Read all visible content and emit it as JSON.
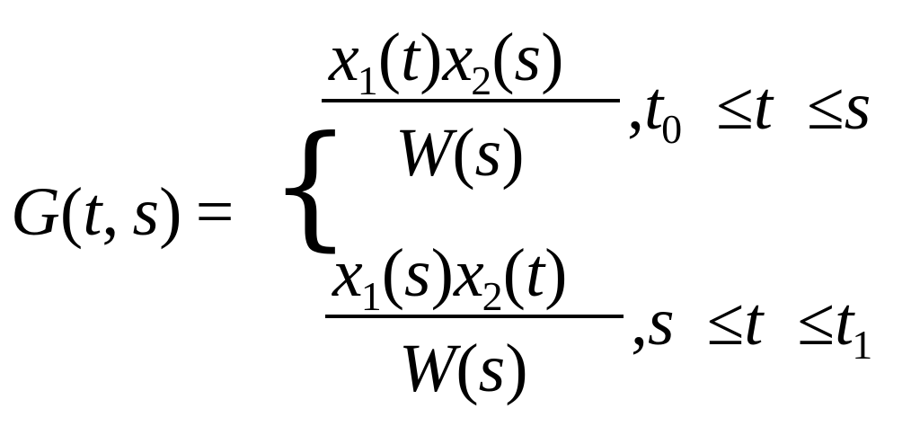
{
  "equation": {
    "lhs": {
      "func": "G",
      "open": "(",
      "arg1": "t",
      "comma": ",",
      "arg2": "s",
      "close": ")",
      "equals": "="
    },
    "brace": "{",
    "case1": {
      "numerator": {
        "f1": "x",
        "f1_sub": "1",
        "f1_open": "(",
        "f1_arg": "t",
        "f1_close": ")",
        "f2": "x",
        "f2_sub": "2",
        "f2_open": "(",
        "f2_arg": "s",
        "f2_close": ")"
      },
      "denominator": {
        "func": "W",
        "open": "(",
        "arg": "s",
        "close": ")"
      },
      "condition": {
        "comma": ",",
        "lower": "t",
        "lower_sub": "0",
        "leq1": "≤",
        "var": "t",
        "leq2": "≤",
        "upper": "s",
        "upper_sub": ""
      }
    },
    "case2": {
      "numerator": {
        "f1": "x",
        "f1_sub": "1",
        "f1_open": "(",
        "f1_arg": "s",
        "f1_close": ")",
        "f2": "x",
        "f2_sub": "2",
        "f2_open": "(",
        "f2_arg": "t",
        "f2_close": ")"
      },
      "denominator": {
        "func": "W",
        "open": "(",
        "arg": "s",
        "close": ")"
      },
      "condition": {
        "comma": ",",
        "lower": "s",
        "lower_sub": "",
        "leq1": "≤",
        "var": "t",
        "leq2": "≤",
        "upper": "t",
        "upper_sub": "1"
      }
    }
  }
}
